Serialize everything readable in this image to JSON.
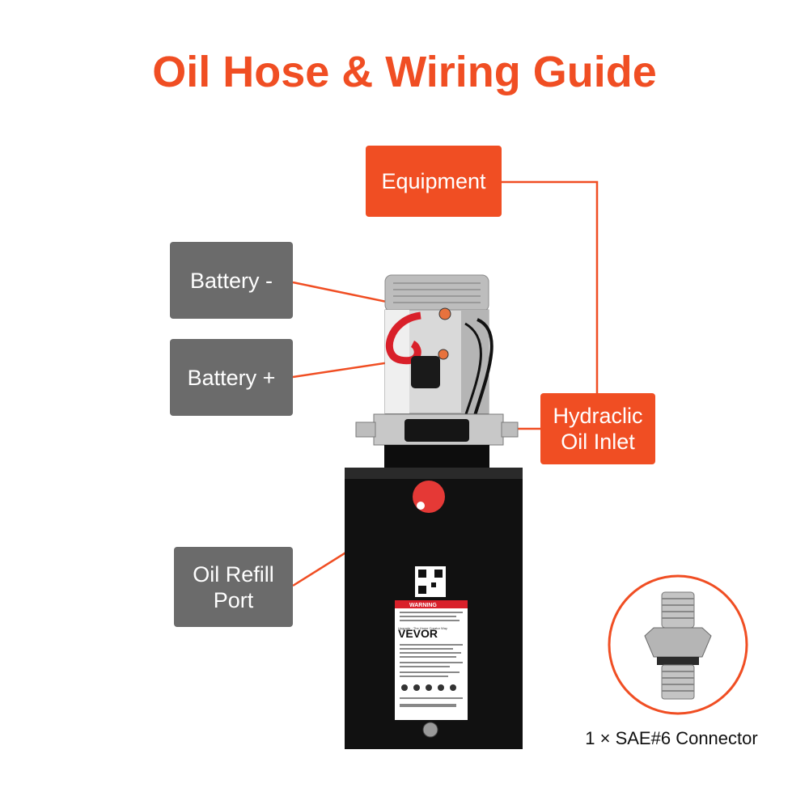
{
  "title": "Oil Hose & Wiring Guide",
  "labels": {
    "equipment": "Equipment",
    "battery_negative": "Battery -",
    "battery_positive": "Battery +",
    "hydraulic_inlet": "Hydraclic\nOil Inlet",
    "oil_refill": "Oil Refill\nPort"
  },
  "product_label": {
    "warning": "WARNING",
    "brand": "VEVOR",
    "tagline": "Upgrade · The Home Creator Way"
  },
  "connector_caption": "1 × SAE#6 Connector",
  "colors": {
    "accent": "#f04e23",
    "label_gray": "#6b6b6b",
    "tank": "#111111"
  }
}
